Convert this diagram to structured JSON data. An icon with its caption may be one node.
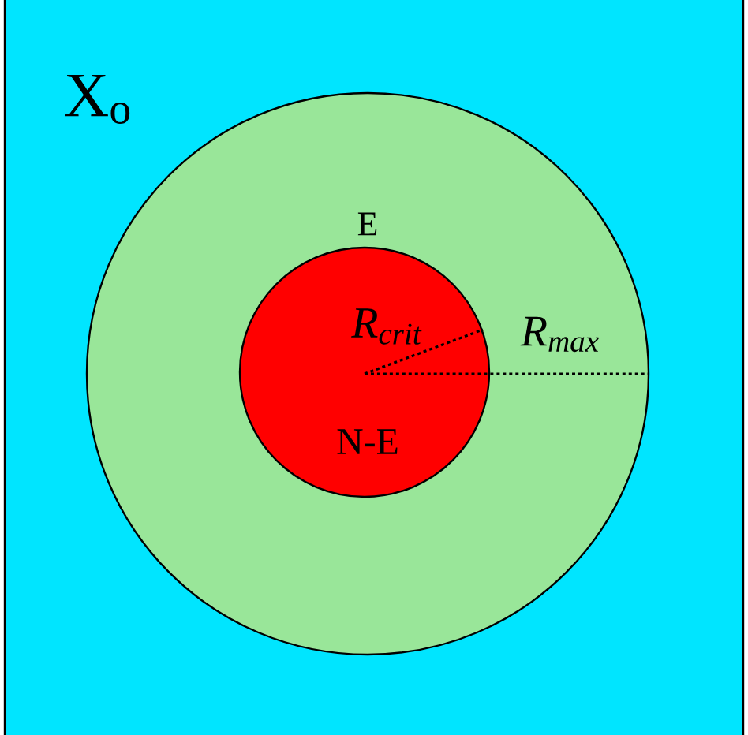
{
  "diagram": {
    "nodes": [
      {
        "text": [
          "X$_{o}$"
        ]
      },
      {
        "text": [
          "E"
        ],
        "in": 0
      },
      {
        "text": [
          "N-E"
        ],
        "in": 1
      }
    ],
    "labels": [
      "R$_{crit}$",
      "R$_{max}$"
    ]
  }
}
